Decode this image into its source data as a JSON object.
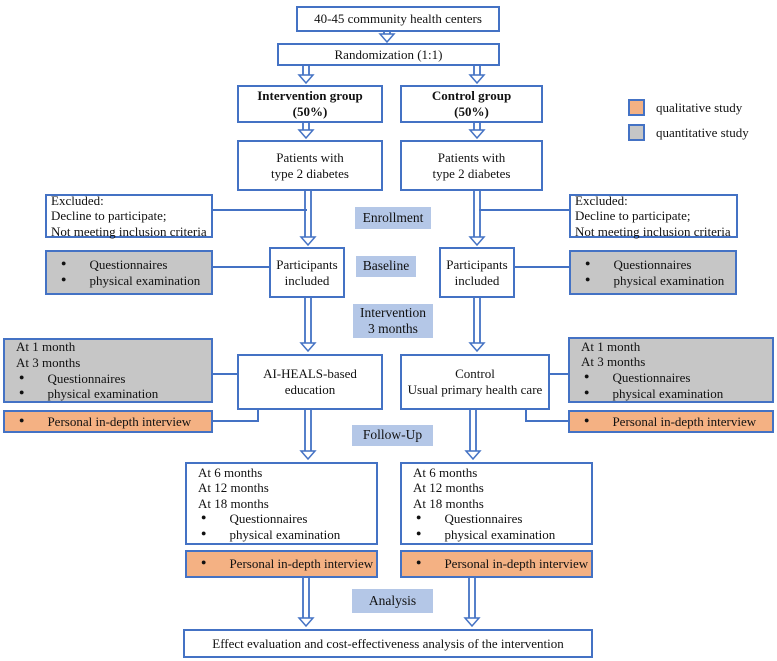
{
  "palette": {
    "border_blue": "#4472C4",
    "phase_blue": "#B4C7E7",
    "qualitative_orange": "#F4B183",
    "quantitative_gray": "#C6C6C6"
  },
  "legend": {
    "qualitative_label": "qualitative study",
    "quantitative_label": "quantitative study"
  },
  "phases": {
    "enrollment": "Enrollment",
    "baseline": "Baseline",
    "intervention_l1": "Intervention",
    "intervention_l2": "3 months",
    "followup": "Follow-Up",
    "analysis": "Analysis"
  },
  "flow": {
    "health_centers": "40-45 community health centers",
    "randomization": "Randomization (1:1)",
    "intervention_group_l1": "Intervention group",
    "intervention_group_l2": "(50%)",
    "control_group_l1": "Control group",
    "control_group_l2": "(50%)",
    "patients_l1": "Patients with",
    "patients_l2": "type 2 diabetes",
    "participants_l1": "Participants",
    "participants_l2": "included",
    "intervention_arm_l1": "AI-HEALS-based",
    "intervention_arm_l2": "education",
    "control_arm_l1": "Control",
    "control_arm_l2": "Usual primary health care",
    "final_analysis": "Effect evaluation and cost-effectiveness analysis of the intervention"
  },
  "excluded": {
    "title": "Excluded:",
    "reason1": "Decline to participate;",
    "reason2": "Not meeting inclusion criteria"
  },
  "measures": {
    "questionnaires": "Questionnaires",
    "physical_exam": "physical examination",
    "interview": "Personal in-depth interview",
    "t1m": "At 1 month",
    "t3m": "At 3 months",
    "t6m": "At 6 months",
    "t12m": "At 12 months",
    "t18m": "At 18 months"
  }
}
